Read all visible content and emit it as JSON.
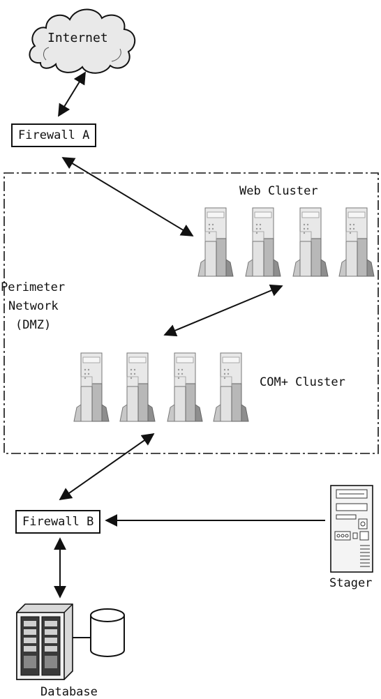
{
  "labels": {
    "internet": "Internet",
    "firewall_a": "Firewall A",
    "web_cluster": "Web Cluster",
    "perimeter_line1": "Perimeter",
    "perimeter_line2": "Network",
    "perimeter_line3": "(DMZ)",
    "com_cluster": "COM+ Cluster",
    "firewall_b": "Firewall B",
    "stager": "Stager",
    "database": "Database"
  },
  "colors": {
    "ink": "#111111",
    "server_light": "#e4e4e4",
    "server_mid": "#bdbdbd",
    "server_dark": "#8a8a8a",
    "cloud_fill": "#ececec"
  }
}
